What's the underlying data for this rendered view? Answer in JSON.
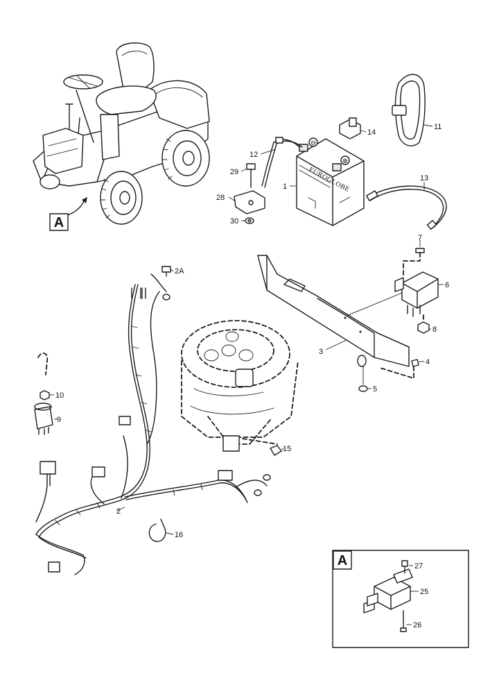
{
  "labels": {
    "p1": "1",
    "p2": "2",
    "p2a": "2A",
    "p3": "3",
    "p4": "4",
    "p5": "5",
    "p6": "6",
    "p7": "7",
    "p8": "8",
    "p9": "9",
    "p10": "10",
    "p11": "11",
    "p12": "12",
    "p13": "13",
    "p14": "14",
    "p15": "15",
    "p16": "16",
    "p25": "25",
    "p26": "26",
    "p27": "27",
    "p28": "28",
    "p29": "29",
    "p30": "30"
  },
  "detail_marker": "A",
  "detail_box_label": "A",
  "battery": {
    "brand": "EUROGLOBE",
    "neg": "⊖",
    "pos": "⊕"
  },
  "colors": {
    "ink": "#1a1a1a",
    "paper": "#ffffff"
  }
}
